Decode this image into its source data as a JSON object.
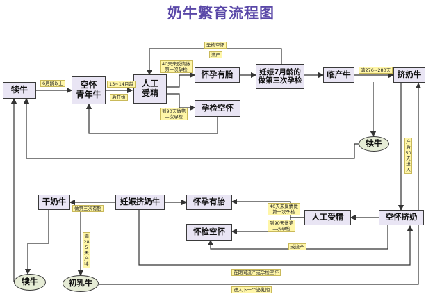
{
  "title": "奶牛繁育流程图",
  "nodes": {
    "calf_left": "犊牛",
    "open_heifer": "空怀\n青年牛",
    "ai_top": "人工\n受精",
    "pregnant_top": "怀孕有胎",
    "open_check_top": "孕检空怀",
    "third_check": "妊娠7月龄的\n做第三次孕检",
    "pre_calving": "临产牛",
    "milking": "挤奶牛",
    "calf_mid": "犊牛",
    "dry": "干奶牛",
    "preg_milking": "妊娠挤奶牛",
    "pregnant_bottom": "怀孕有胎",
    "open_check_bottom": "怀检空怀",
    "ai_bottom": "人工受精",
    "open_milking": "空怀挤奶",
    "calf_bottom": "犊牛",
    "colostrum": "初乳牛"
  },
  "labels": {
    "six_months": "6月龄以上",
    "age_13_14": "13~14月龄",
    "after_start": "后开始",
    "preg_check_open_top": "孕检空怀",
    "abortion_top": "流产",
    "first_check": "40天未反情做\n第一次孕检",
    "second_check": "到90天做第\n二次孕检",
    "days_276_280": "满276~280天",
    "postpartum_50": "产后50天进入",
    "third_check_bottom": "做第三次有胎",
    "dry_285": "满285天产犊",
    "first_check_b": "40天未反情做\n第一次孕检",
    "second_check_b": "到90天做第\n二次孕检",
    "abortion_bottom": "或流产",
    "mid_term": "在期间流产或孕检空怀",
    "next_cycle": "进入下一个泌乳期"
  }
}
